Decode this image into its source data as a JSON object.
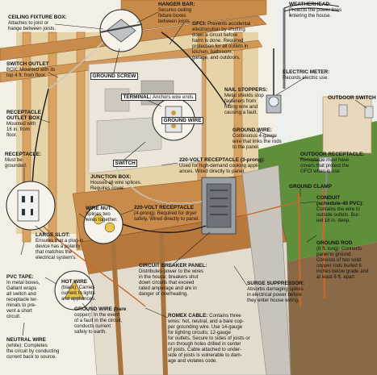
{
  "labels": {
    "ceiling_fixture_box": {
      "title": "CEILING FIXTURE BOX:",
      "lines": [
        "Attaches to joist or",
        "hange between joists."
      ]
    },
    "hanger_bar": {
      "title": "HANGER BAR:",
      "lines": [
        "Secures ceiling",
        "fixture boxes",
        "between joists."
      ]
    },
    "weatherhead": {
      "title": "WEATHERHEAD:",
      "lines": [
        "Protects the power lines",
        "entering the house."
      ]
    },
    "gfci": {
      "title": "GFCI:",
      "lines": [
        "Prevents accidental",
        "electrocution by shutting",
        "down a circuit before",
        "harm is done. Required",
        "protection for all outlets in",
        "kitchen, bathroom,",
        "garage, and outdoors."
      ]
    },
    "ground_screw": {
      "title": "GROUND SCREW",
      "lines": []
    },
    "switch_outlet_box": {
      "title": "SWITCH OUTLET",
      "lines": [
        "BOX: Mounted with its",
        "top 4 ft. from floor."
      ]
    },
    "electric_meter": {
      "title": "ELECTRIC METER:",
      "lines": [
        "Records electric use."
      ]
    },
    "nail_stoppers": {
      "title": "NAIL STOPPERS:",
      "lines": [
        "Metal shields stop",
        "fasteners from",
        "hitting wire and",
        "causing a fault."
      ]
    },
    "outdoor_switch": {
      "title": "OUTDOOR SWITCH",
      "lines": []
    },
    "terminal": {
      "title": "TERMINAL:",
      "lines": [
        "Anchors wire ends."
      ]
    },
    "ground_wire_top": {
      "title": "GROUND WIRE",
      "lines": []
    },
    "receptacle_outlet_box": {
      "title": "RECEPTACLE",
      "lines": [
        "OUTLET BOX:",
        "Mounted with",
        "16 in. from",
        "floor."
      ]
    },
    "ground_wire_right": {
      "title": "GROUND WIRE:",
      "lines": [
        "Continuous 4-gauge",
        "wire that links the rods",
        "to the panel."
      ]
    },
    "receptacle": {
      "title": "RECEPTACLE:",
      "lines": [
        "Must be",
        "grounded."
      ]
    },
    "switch": {
      "title": "SWITCH",
      "lines": []
    },
    "receptacle_220_3prong": {
      "title": "220-VOLT RECEPTACLE (3-prong):",
      "lines": [
        "Used for high-demand cooking appli-",
        "ances. Wired directly to panel."
      ]
    },
    "outdoor_receptacle": {
      "title": "OUTDOOR RECEPTACLE:",
      "lines": [
        "Receptacle must have",
        "covers that protect the",
        "GFCI when in use."
      ]
    },
    "junction_box": {
      "title": "JUNCTION BOX:",
      "lines": [
        "Houses all wire splices.",
        "Requires cover."
      ]
    },
    "ground_clamp": {
      "title": "GROUND CLAMP",
      "lines": []
    },
    "conduit": {
      "title": "CONDUIT",
      "lines": [
        "(schedule-40 PVC):",
        "Contains the wire to",
        "outside outlets. Bur-",
        "ied 18 in. deep."
      ]
    },
    "wire_nut": {
      "title": "WIRE NUT:",
      "lines": [
        "Splices two",
        "wires together."
      ]
    },
    "receptacle_220_4prong": {
      "title": "220-VOLT RECEPTACLE",
      "lines": [
        "(4-prong): Required for dryer",
        "safety. Wired directly to panel."
      ]
    },
    "large_slot": {
      "title": "LARGE SLOT:",
      "lines": [
        "Ensures that a plug-in",
        "device has a polarity",
        "that matches the",
        "electrical system's."
      ]
    },
    "ground_rod": {
      "title": "GROUND ROD",
      "lines": [
        "(8 ft. long): Connects",
        "panel to ground.",
        "Consists of two solid",
        "copper rods buried 6",
        "inches below grade and",
        "at least 6 ft. apart."
      ]
    },
    "circuit_breaker_panel": {
      "title": "CIRCUIT BREAKER PANEL:",
      "lines": [
        "Distributes power to the wires",
        "in the house; breakers shut",
        "down circuits that exceed",
        "rated amperage and are in",
        "danger of overheating."
      ]
    },
    "pvc_tape": {
      "title": "PVC TAPE:",
      "lines": [
        "In metal boxes,",
        "Gallant wraps",
        "all switch and",
        "receptacle ter-",
        "minals to pre-",
        "vent a short",
        "circuit."
      ]
    },
    "hot_wire": {
      "title": "HOT WIRE",
      "lines": [
        "(black): Carries",
        "current to lights",
        "and appliances."
      ]
    },
    "ground_wire_bottom": {
      "title": "GROUND WIRE (bare",
      "lines": [
        "copper): In the event",
        "of a fault in the circuit,",
        "conducts current",
        "safely to earth."
      ]
    },
    "surge_suppressor": {
      "title": "SURGE SUPPRESSOR:",
      "lines": [
        "Absorbs damaging spikes",
        "in electrical power before",
        "they enter house wiring."
      ]
    },
    "neutral_wire": {
      "title": "NEUTRAL WIRE",
      "lines": [
        "(white): Completes",
        "the circuit by conducting",
        "current back to source."
      ]
    },
    "romex_cable": {
      "title": "ROMEX CABLE:",
      "lines": [
        "Contains three",
        "wires: hot, neutral, and a bare cop-",
        "per grounding wire. Use 14-gauge",
        "for lighting circuits; 12-gauge",
        "for outlets. Secure to sides of joists or",
        "run through holes drilled in center",
        "of joists. Cable attached to under-",
        "side of joists is vulnerable to dam-",
        "age and violates code."
      ]
    }
  },
  "colors": {
    "wood": "#d9a463",
    "wood_dark": "#b9783b",
    "wall": "#e9e1cf",
    "concrete": "#c8c4bc",
    "grass": "#5f8f3a",
    "sky": "#f4f1ea",
    "wire_black": "#1a1a1a",
    "wire_white": "#f8f8f8",
    "wire_copper": "#c96a2b"
  }
}
